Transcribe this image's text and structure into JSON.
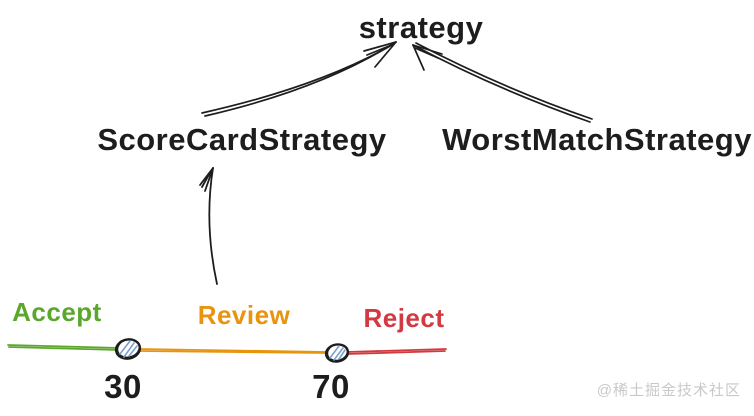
{
  "nodes": {
    "parent": "strategy",
    "left_child": "ScoreCardStrategy",
    "right_child": "WorstMatchStrategy"
  },
  "scale": {
    "accept_label": "Accept",
    "review_label": "Review",
    "reject_label": "Reject",
    "threshold_low": "30",
    "threshold_high": "70"
  },
  "watermark": "@稀土掘金技术社区",
  "colors": {
    "ink": "#1d1d1d",
    "accept_green": "#5ba72c",
    "review_orange": "#e8940e",
    "reject_red": "#d23940",
    "marker_hatch_blue": "#7aa0cf",
    "watermark_gray": "#c9c9c9"
  }
}
